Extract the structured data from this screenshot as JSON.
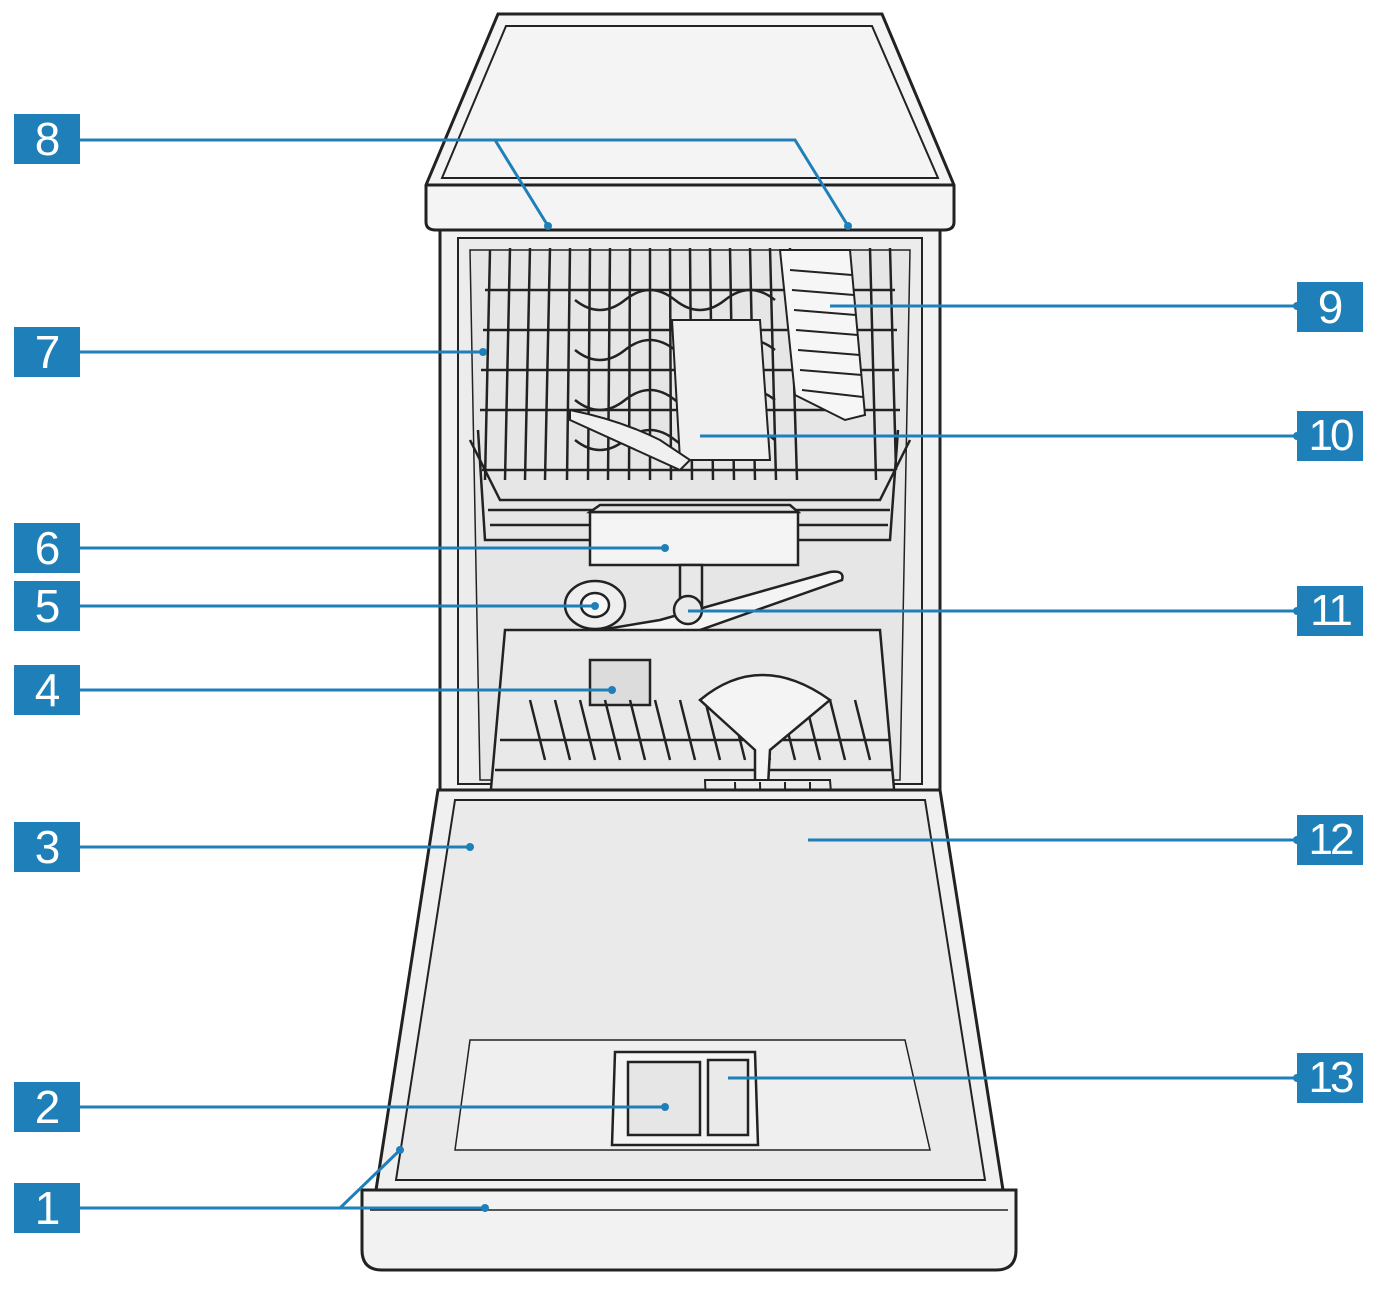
{
  "colors": {
    "badge": "#1f7fb8",
    "leader": "#1f7fb8",
    "outline": "#222222",
    "fill": "#f3f3f3",
    "fill_dark": "#e1e1e1"
  },
  "callouts": [
    {
      "id": "1",
      "label": "1"
    },
    {
      "id": "2",
      "label": "2"
    },
    {
      "id": "3",
      "label": "3"
    },
    {
      "id": "4",
      "label": "4"
    },
    {
      "id": "5",
      "label": "5"
    },
    {
      "id": "6",
      "label": "6"
    },
    {
      "id": "7",
      "label": "7"
    },
    {
      "id": "8",
      "label": "8"
    },
    {
      "id": "9",
      "label": "9"
    },
    {
      "id": "10",
      "label": "10"
    },
    {
      "id": "11",
      "label": "11"
    },
    {
      "id": "12",
      "label": "12"
    },
    {
      "id": "13",
      "label": "13"
    }
  ]
}
